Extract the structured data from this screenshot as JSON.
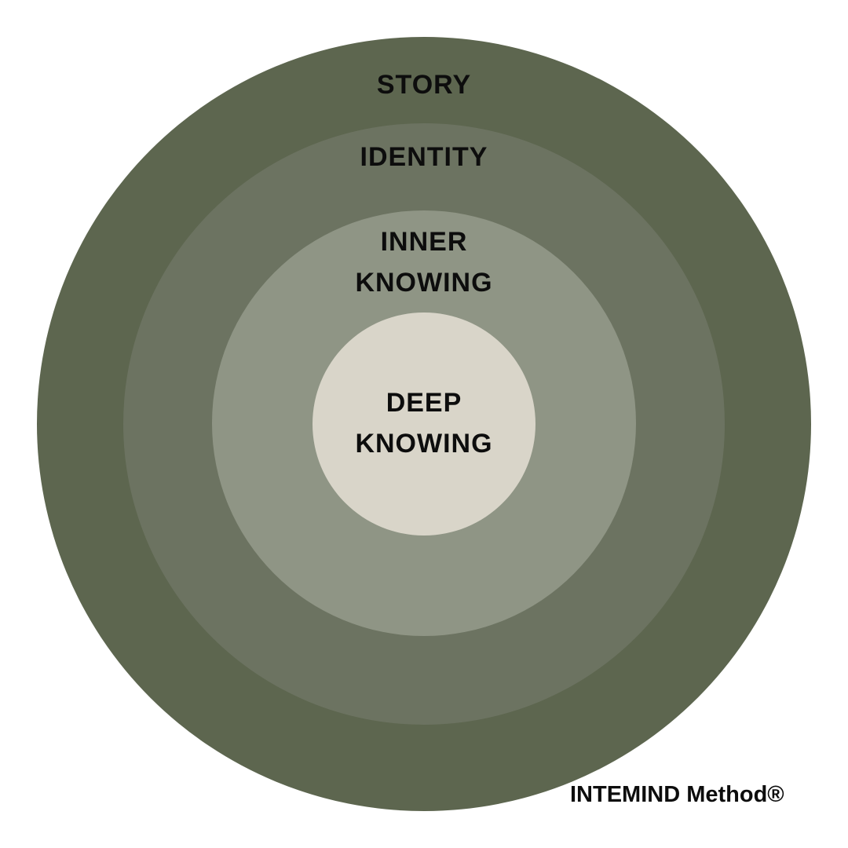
{
  "diagram": {
    "layers": [
      {
        "label_lines": [
          "STORY"
        ],
        "color": "#5d664f"
      },
      {
        "label_lines": [
          "IDENTITY"
        ],
        "color": "#6c7361"
      },
      {
        "label_lines": [
          "INNER",
          "KNOWING"
        ],
        "color": "#8f9585"
      },
      {
        "label_lines": [
          "DEEP",
          "KNOWING"
        ],
        "color": "#d9d5c9"
      }
    ],
    "footer": "INTEMIND Method®"
  }
}
